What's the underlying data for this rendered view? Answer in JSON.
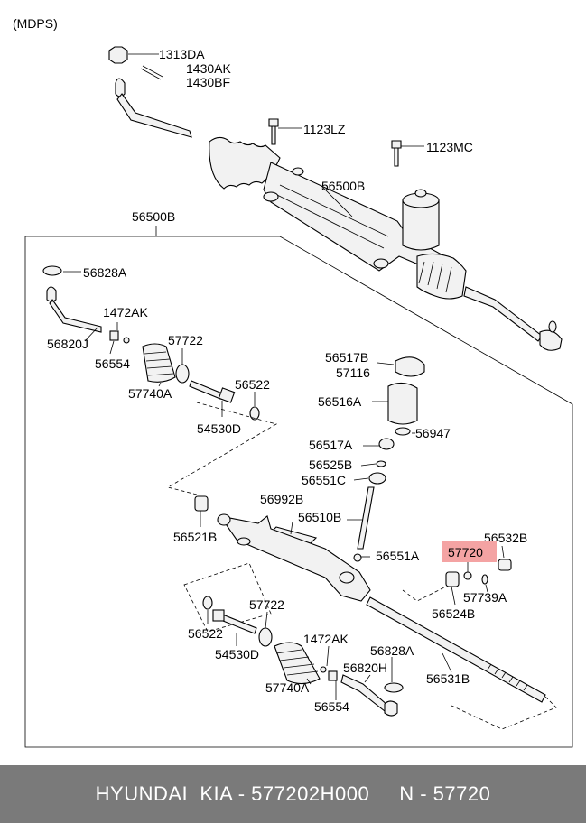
{
  "header": {
    "variant": "(MDPS)"
  },
  "colors": {
    "highlight": "#f4a3a3",
    "footer_bg": "#7a7a7a",
    "footer_text": "#ffffff"
  },
  "labels": {
    "l1313DA": "1313DA",
    "l1430AK": "1430AK",
    "l1430BF": "1430BF",
    "l1123LZ": "1123LZ",
    "l1123MC": "1123MC",
    "l56500B_top": "56500B",
    "l56500B_box": "56500B",
    "l56828A_1": "56828A",
    "l1472AK_1": "1472AK",
    "l56820J": "56820J",
    "l56554_1": "56554",
    "l57722_1": "57722",
    "l57740A_1": "57740A",
    "l56522_1": "56522",
    "l54530D_1": "54530D",
    "l56517B": "56517B",
    "l57116": "57116",
    "l56516A": "56516A",
    "l56947": "56947",
    "l56517A": "56517A",
    "l56525B": "56525B",
    "l56551C": "56551C",
    "l56992B": "56992B",
    "l56510B": "56510B",
    "l56521B": "56521B",
    "l56551A": "56551A",
    "l56532B": "56532B",
    "l57720": "57720",
    "l57739A": "57739A",
    "l56524B": "56524B",
    "l57722_2": "57722",
    "l56522_2": "56522",
    "l54530D_2": "54530D",
    "l1472AK_2": "1472AK",
    "l56828A_2": "56828A",
    "l56820H": "56820H",
    "l56531B": "56531B",
    "l57740A_2": "57740A",
    "l56554_2": "56554"
  },
  "footer": {
    "text": "HYUNDAI  KIA - 577202H000     N - 57720"
  }
}
